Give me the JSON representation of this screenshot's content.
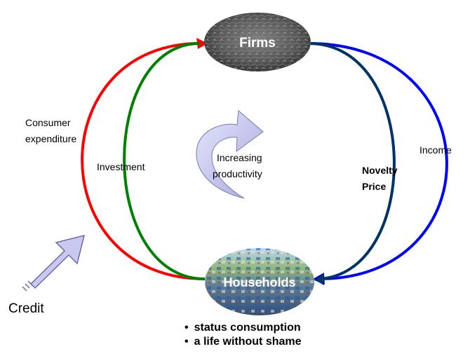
{
  "nodes": {
    "firms": "Firms",
    "households": "Households"
  },
  "labels": {
    "consumer_expenditure_line1": "Consumer",
    "consumer_expenditure_line2": "expenditure",
    "investment": "Investment",
    "increasing_line1": "Increasing",
    "increasing_line2": "productivity",
    "income": "Income",
    "novelty": "Novelty",
    "price": "Price",
    "credit": "Credit"
  },
  "bullets": [
    "status consumption",
    "a life without shame"
  ],
  "colors": {
    "consumer_expenditure": "#ff0000",
    "investment": "#008000",
    "income": "#0000ff",
    "novelty_price": "#003366",
    "block_arrow_fill": "#c8c8f0",
    "block_arrow_stroke": "#6a6aa8"
  }
}
